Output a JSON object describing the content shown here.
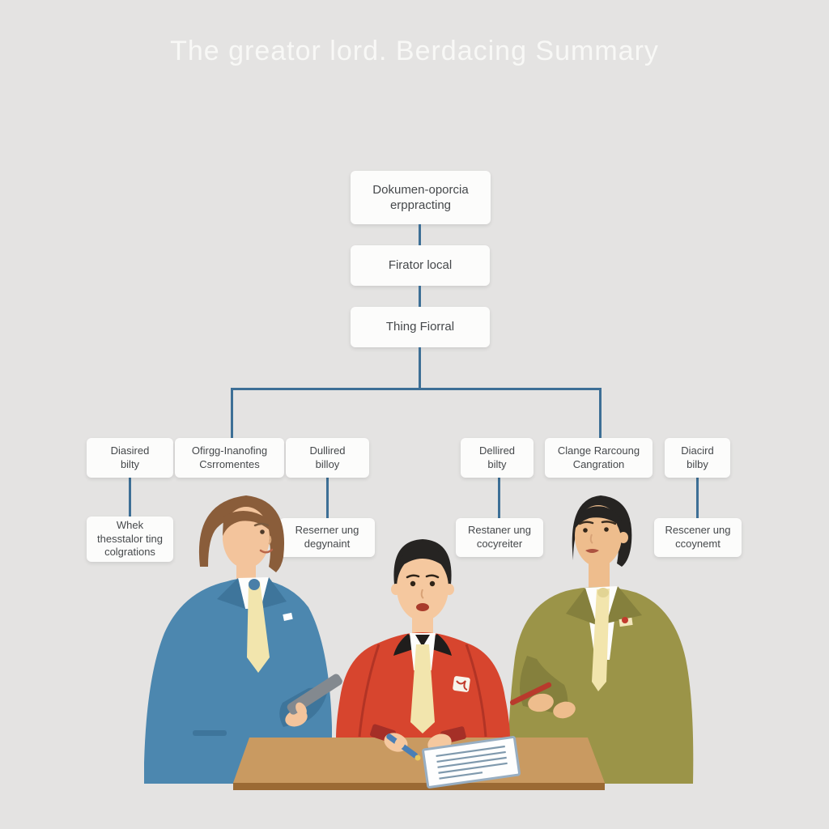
{
  "title": "The greator lord. Berdacing Summary",
  "palette": {
    "background": "#e4e3e2",
    "box_bg": "#fcfcfb",
    "box_text": "#45484b",
    "title": "#f8f8f6",
    "connector": "#3d6f96",
    "left_suit": "#4c87af",
    "left_suit_dark": "#3e759b",
    "left_hair": "#8a5d3a",
    "left_skin": "#f3c49c",
    "tie_knot": "#4a7fa8",
    "center_jacket": "#d7452e",
    "center_jacket_dark": "#b23425",
    "center_collar": "#1f1d1c",
    "center_hair": "#262422",
    "center_skin": "#f5c89f",
    "center_cuff": "#a52f27",
    "right_jacket": "#9b9448",
    "right_jacket_dark": "#85803d",
    "right_hair": "#262422",
    "right_skin": "#eebd8d",
    "shirt": "#fdfdfc",
    "tie_cream": "#f2e5ad",
    "desk_top": "#c99a61",
    "desk_front": "#9b6a34",
    "paper_bg": "#fefefe",
    "paper_border": "#98aec2",
    "paper_line": "#7f99ad",
    "pen_blue": "#4a7fb5",
    "pen_tip": "#e8c85c",
    "pen_red": "#b93a2c",
    "device_gray": "#83898f",
    "pocket_red": "#c23b2e"
  },
  "flowchart": {
    "root": "Dokumen-oporcia\nerppracting",
    "level2": "Firator local",
    "level3": "Thing Fiorral",
    "branches": [
      {
        "label": "Diasired\nbilty"
      },
      {
        "label": "Ofirgg-Inanofing\nCsrromentes"
      },
      {
        "label": "Dullired\nbilloy"
      },
      {
        "label": "Dellired\nbilty"
      },
      {
        "label": "Clange Rarcoung\nCangration"
      },
      {
        "label": "Diacird\nbilby"
      }
    ],
    "leaves": [
      {
        "label": "Whek\nthesstalor ting\ncolgrations"
      },
      {
        "label": "Reserner ung\ndegynaint"
      },
      {
        "label": "Restaner ung\ncocyreiter"
      },
      {
        "label": "Rescener ung\nccoynemt"
      }
    ]
  },
  "scene": {
    "people": [
      {
        "name": "left-advisor",
        "suit_color": "#4c87af"
      },
      {
        "name": "center-clerk",
        "jacket_color": "#d7452e"
      },
      {
        "name": "right-advisor",
        "jacket_color": "#9b9448"
      }
    ],
    "props": [
      "smartphone",
      "blue-pen",
      "red-pen",
      "document",
      "desk"
    ]
  }
}
